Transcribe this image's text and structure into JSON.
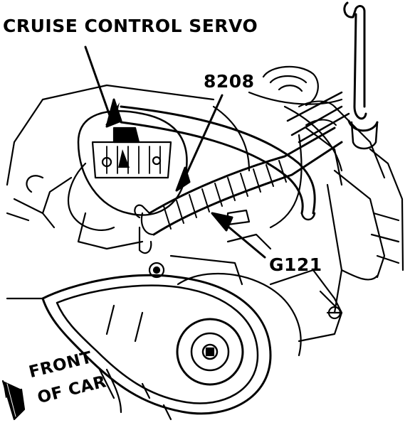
{
  "labels": {
    "servo": "CRUISE CONTROL SERVO",
    "connector": "8208",
    "ground": "G121",
    "front_line1": "FRONT",
    "front_line2": "OF CAR"
  },
  "colors": {
    "ink": "#000000",
    "paper": "#ffffff"
  }
}
